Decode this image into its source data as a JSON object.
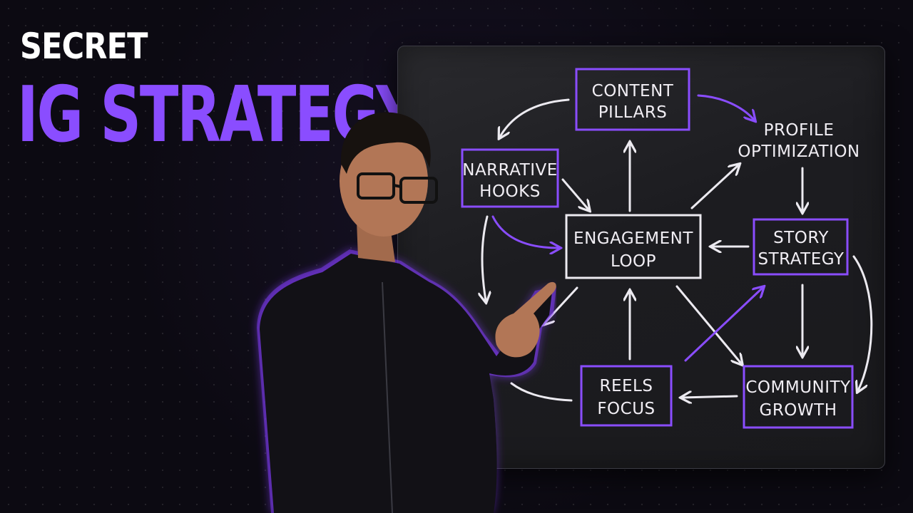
{
  "headline": {
    "line1": "SECRET",
    "line2": "IG STRATEGY"
  },
  "colors": {
    "accent": "#8a4dff",
    "chalk": "#eceaf0",
    "board": "#1f1f23"
  },
  "diagram": {
    "nodes": {
      "content_pillars": {
        "line1": "CONTENT",
        "line2": "PILLARS"
      },
      "profile_optimization": {
        "line1": "PROFILE",
        "line2": "OPTIMIZATION"
      },
      "narrative_hooks": {
        "line1": "NARRATIVE",
        "line2": "HOOKS"
      },
      "engagement_loop": {
        "line1": "ENGAGEMENT",
        "line2": "LOOP"
      },
      "story_strategy": {
        "line1": "STORY",
        "line2": "STRATEGY"
      },
      "reels_focus": {
        "line1": "REELS",
        "line2": "FOCUS"
      },
      "community_growth": {
        "line1": "COMMUNITY",
        "line2": "GROWTH"
      }
    }
  },
  "presenter": {
    "icon": "person-pointing-icon"
  }
}
